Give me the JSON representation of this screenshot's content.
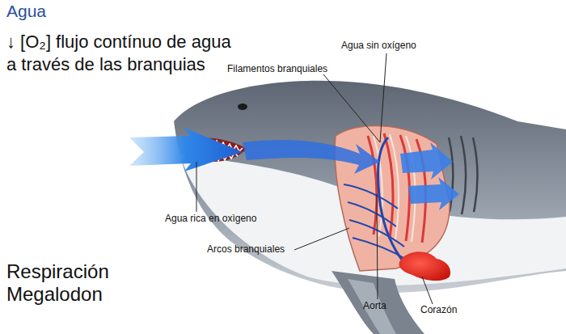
{
  "diagram": {
    "title": "Agua",
    "caption": "Respiración Megalodon",
    "labels": [
      "↓ [O₂] flujo contínuo de agua a través de las branquias",
      "Agua sin oxígeno",
      "Filamentos branquiales",
      "Agua rica en oxìgeno",
      "Arcos branquiales",
      "Aorta",
      "Corazón"
    ]
  }
}
